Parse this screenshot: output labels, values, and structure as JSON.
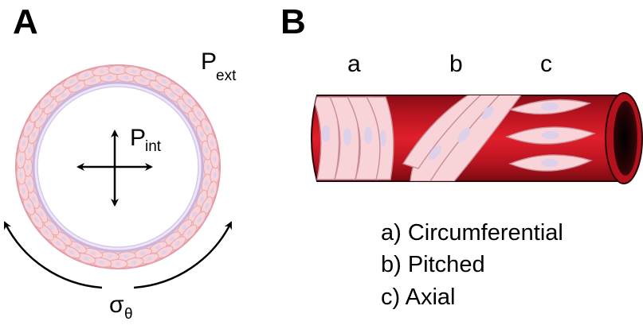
{
  "panel_a": {
    "letter": "A",
    "p_ext": {
      "main": "P",
      "sub": "ext"
    },
    "p_int": {
      "main": "P",
      "sub": "int"
    },
    "sigma": {
      "main": "σ",
      "sub": "θ"
    }
  },
  "panel_b": {
    "letter": "B",
    "labels": [
      "a",
      "b",
      "c"
    ],
    "legend": [
      "a) Circumferential",
      "b) Pitched",
      "c) Axial"
    ]
  },
  "colors": {
    "cell_fill": "#f8d3d8",
    "cell_stroke": "#e5a9b2",
    "nucleus": "#ddd0ea",
    "vessel_red": "#b5121b",
    "lumen_border": "#c8b6e0"
  }
}
